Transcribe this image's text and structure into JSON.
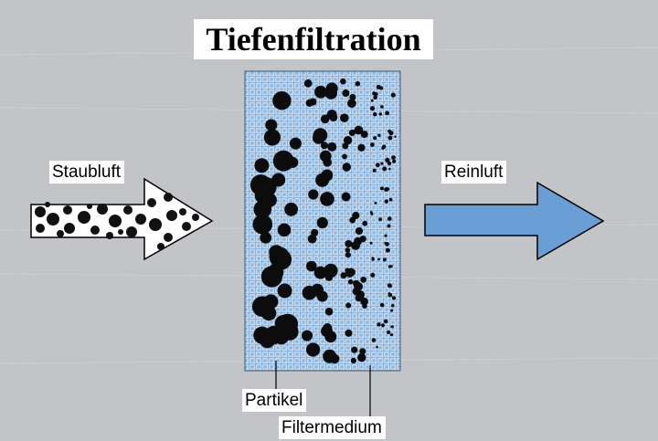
{
  "title": "Tiefenfiltration",
  "labels": {
    "dirty_air": "Staubluft",
    "clean_air": "Reinluft",
    "particle": "Partikel",
    "filter_medium": "Filtermedium"
  },
  "colors": {
    "background": "#c2c4c7",
    "filter_fill": "#8ab4dc",
    "filter_pattern": "#e6eef8",
    "clean_arrow": "#6a9fd6",
    "particle": "#111111"
  }
}
